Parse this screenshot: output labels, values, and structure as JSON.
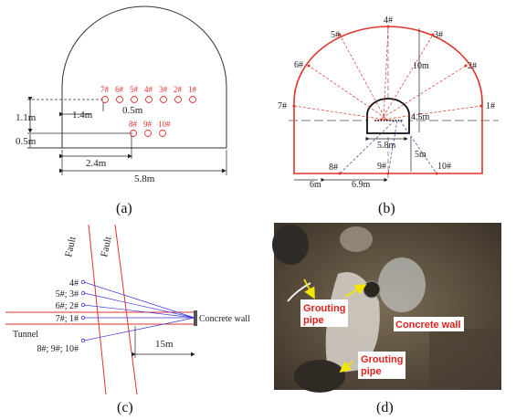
{
  "panel_a": {
    "caption": "(a)",
    "upper_holes": [
      "7#",
      "6#",
      "5#",
      "4#",
      "3#",
      "2#",
      "1#"
    ],
    "lower_holes": [
      "8#",
      "9#",
      "10#"
    ],
    "dims": {
      "h1": "1.1m",
      "h2": "0.5m",
      "w_inner": "1.4m",
      "w_gap": "0.5m",
      "w_left": "2.4m",
      "w_total": "5.8m"
    }
  },
  "panel_b": {
    "caption": "(b)",
    "holes": [
      "1#",
      "2#",
      "3#",
      "4#",
      "5#",
      "6#",
      "7#",
      "8#",
      "9#",
      "10#"
    ],
    "dims": {
      "r10": "10m",
      "r45": "4.5m",
      "w58": "5.8m",
      "d5": "5m",
      "w6": "6m",
      "w69": "6.9m"
    }
  },
  "panel_c": {
    "caption": "(c)",
    "fault1": "Fault",
    "fault2": "Fault",
    "hole_labels": [
      "4#",
      "5#; 3#",
      "6#; 2#",
      "7#; 1#",
      "8#; 9#; 10#"
    ],
    "tunnel": "Tunnel",
    "wall": "Concrete wall",
    "dist": "15m"
  },
  "panel_d": {
    "caption": "(d)",
    "pipe1": [
      "Grouting",
      "pipe"
    ],
    "pipe2": [
      "Grouting",
      "pipe"
    ],
    "wall": "Concrete wall"
  }
}
